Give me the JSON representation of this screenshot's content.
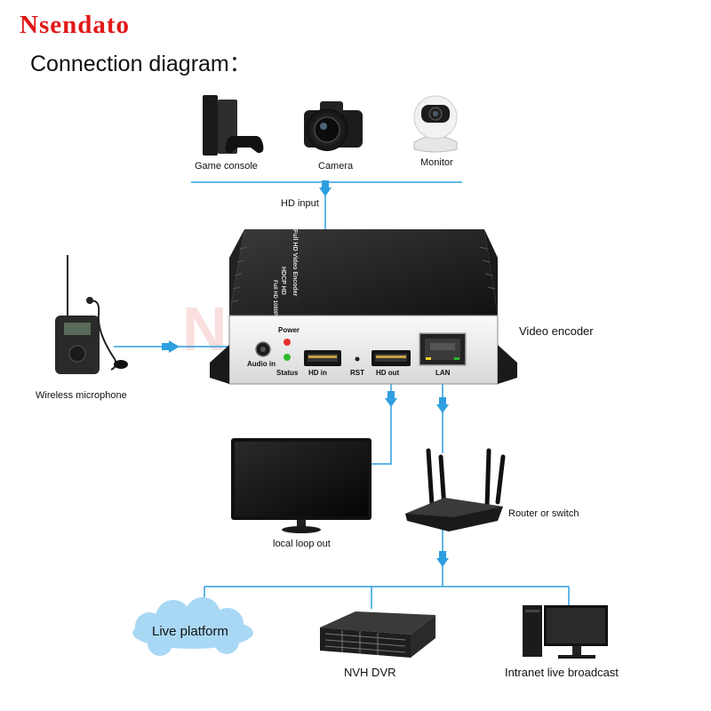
{
  "brand": "Nsendato",
  "subtitle": "Connection diagram：",
  "watermark": "Nsendato",
  "sources": {
    "game_console": "Game console",
    "camera": "Camera",
    "monitor": "Monitor"
  },
  "hd_input": "HD input",
  "encoder": {
    "label": "Video encoder",
    "top_text": [
      "Full HD Video Encoder",
      "HDCP HD",
      "Full HD 1080P"
    ],
    "ports": {
      "power": "Power",
      "audio_in": "Audio in",
      "status": "Status",
      "hd_in": "HD in",
      "rst": "RST",
      "hd_out": "HD out",
      "lan": "LAN"
    }
  },
  "wireless_mic": "Wireless microphone",
  "local_loop": "local loop out",
  "router": "Router or switch",
  "outputs": {
    "live_platform": "Live platform",
    "nvh_dvr": "NVH DVR",
    "intranet": "Intranet live broadcast"
  },
  "colors": {
    "brand": "#e01818",
    "connector": "#2e9fe0",
    "cloud": "#a9d8f5",
    "device_dark": "#1b1b1b",
    "led_red": "#e83030",
    "led_green": "#2dbb2d"
  }
}
